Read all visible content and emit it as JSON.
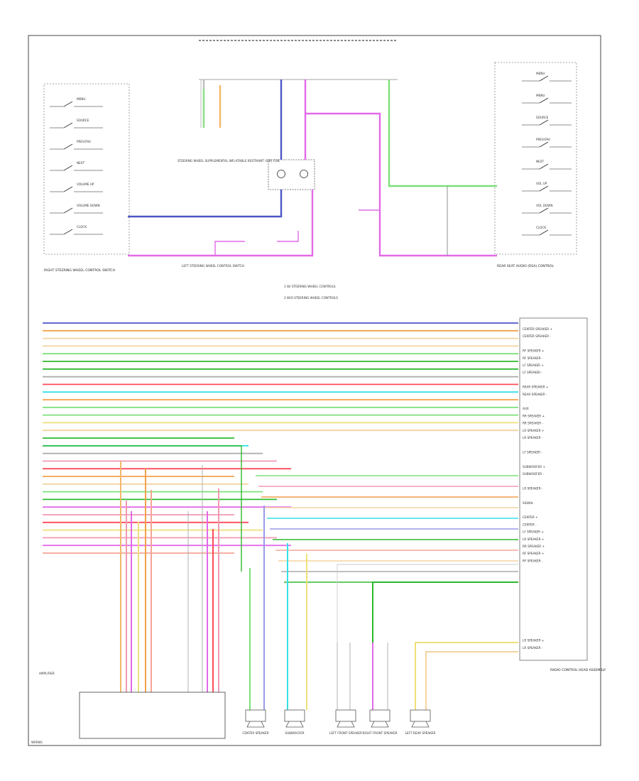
{
  "diagram": {
    "components": {
      "left_switch": {
        "title": "RIGHT STEERING WHEEL CONTROL SWITCH"
      },
      "right_switch": {
        "title": "REAR SEAT AUDIO (RSA) CONTROL"
      },
      "left_sw_labels": [
        "MENU",
        "SOURCE",
        "PREV/FAV",
        "NEXT",
        "VOLUME UP",
        "VOLUME DOWN",
        "CLOCK"
      ],
      "right_sw_labels": [
        "MENU",
        "MENU",
        "SOURCE",
        "PREV/FAV",
        "NEXT",
        "VOL UP",
        "VOL DOWN",
        "CLOCK"
      ],
      "clockspring": {
        "title": "STEERING WHEEL SUPPLEMENTAL INFLATABLE RESTRAINT (SIR) COIL"
      },
      "ground_note": {
        "title": "LEFT STEERING WHEEL CONTROL SWITCH"
      },
      "footnotes": [
        "1  W/ STEERING WHEEL CONTROLS",
        "2  W/O STEERING WHEEL CONTROLS"
      ],
      "radio": {
        "title": "RADIO CONTROL HEAD ASSEMBLY"
      },
      "amp": {
        "title": "AMPLIFIER"
      },
      "speakers": [
        {
          "title": "CENTER SPEAKER"
        },
        {
          "title": "SUBWOOFER"
        },
        {
          "title": "LEFT FRONT SPEAKER"
        },
        {
          "title": "RIGHT FRONT SPEAKER"
        },
        {
          "title": "LEFT REAR SPEAKER"
        }
      ],
      "diagram_id": "WIRING"
    },
    "right_pin_labels": [
      "CENTER SPEAKER +",
      "CENTER SPEAKER -",
      "",
      "RF SPEAKER +",
      "RF SPEAKER -",
      "LF SPEAKER +",
      "LF SPEAKER -",
      "",
      "REAR SPEAKER +",
      "REAR SPEAKER -",
      "",
      "AUX",
      "RR SPEAKER +",
      "RR SPEAKER -",
      "LR SPEAKER +",
      "LR SPEAKER -",
      "",
      "LF SPEAKER -",
      "",
      "SUBWOOFER +",
      "SUBWOOFER -",
      "",
      "LR SPEAKER -",
      "",
      "SIGNAL",
      "",
      "CENTER +",
      "CENTER -",
      "LF SPEAKER +",
      "LR SPEAKER +",
      "RR SPEAKER +",
      "RF SPEAKER +",
      "RF SPEAKER -",
      "",
      "",
      "",
      "",
      "",
      "",
      "",
      "",
      "",
      "",
      "LR SPEAKER +",
      "LR SPEAKER -"
    ],
    "wire_colors": {
      "blue": "#4d55c8",
      "orange": "#f2a04a",
      "tan": "#f3d3a0",
      "light_green": "#7de07a",
      "green": "#2fb82f",
      "pink": "#f09ab0",
      "red": "#ff4a5a",
      "cyan": "#35e0e8",
      "magenta": "#e26ae8",
      "gray": "#aaaaaa",
      "yellow": "#efe07a",
      "lavender": "#9a9ae8",
      "salmon": "#f6a596"
    }
  }
}
